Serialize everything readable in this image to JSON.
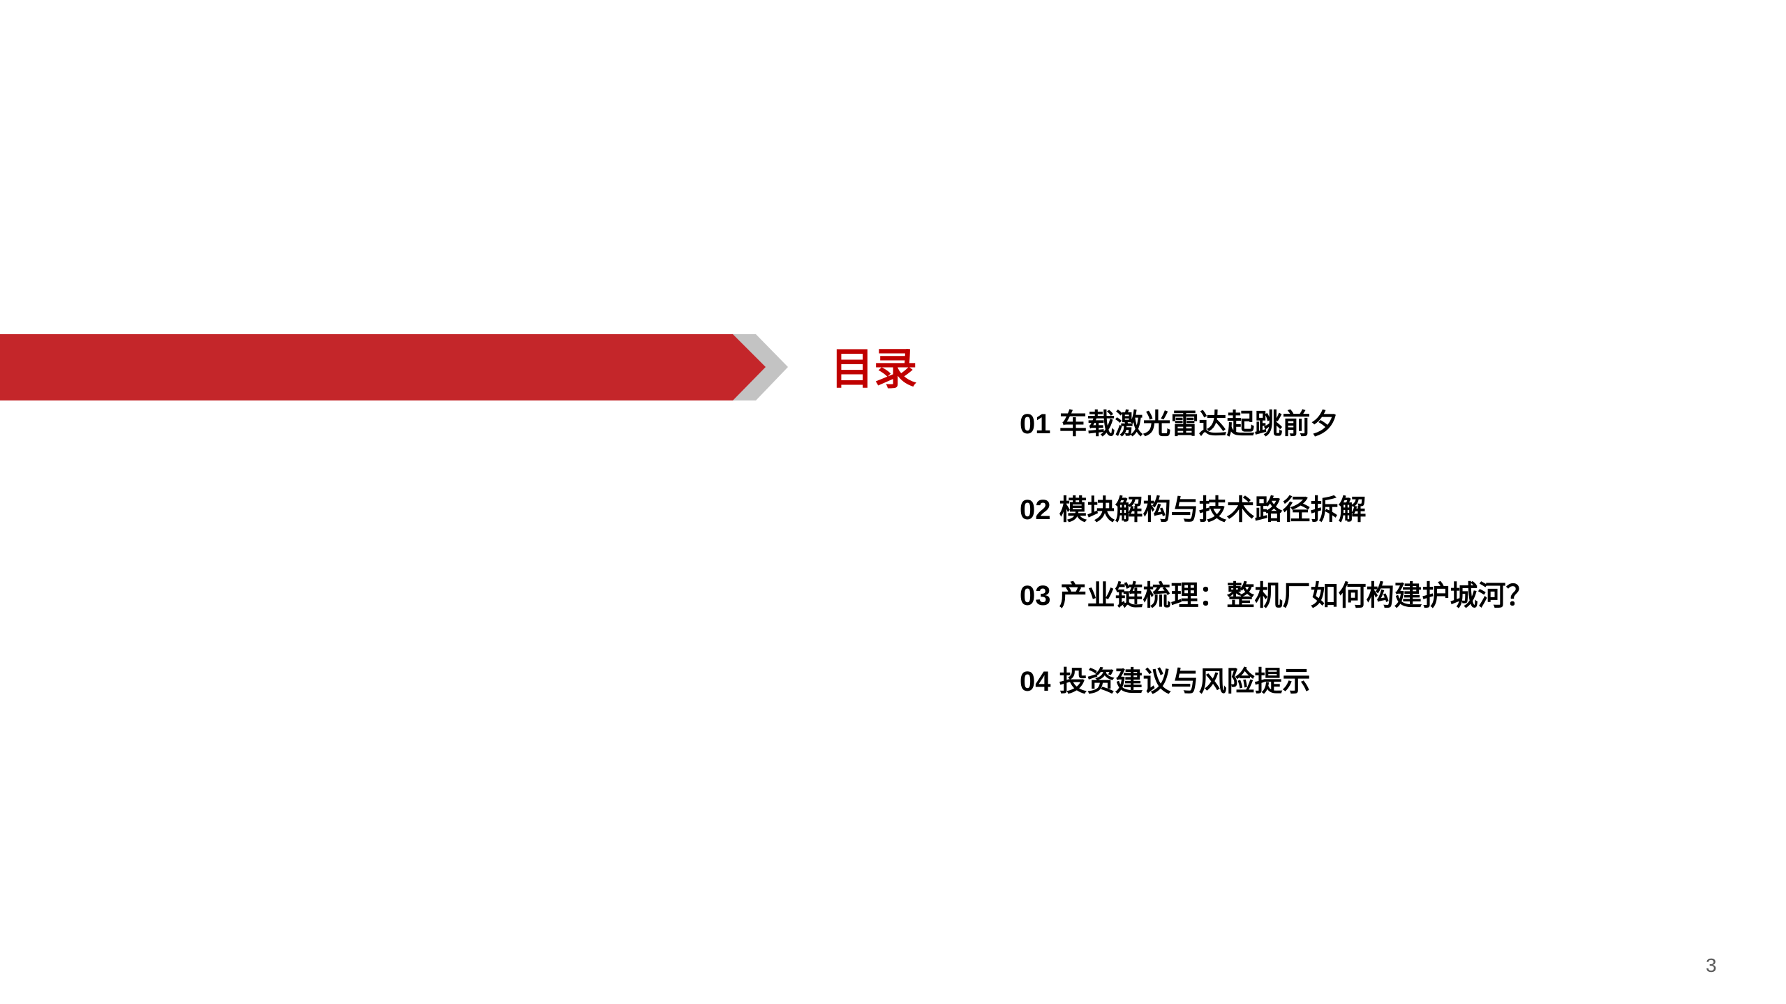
{
  "colors": {
    "banner_red": "#C4262A",
    "chevron_gray": "#C3C3C3",
    "title_red": "#C00000",
    "text": "#000000",
    "page_number": "#595959"
  },
  "title": "目录",
  "toc": [
    {
      "num": "01",
      "label": "车载激光雷达起跳前夕"
    },
    {
      "num": "02",
      "label": "模块解构与技术路径拆解"
    },
    {
      "num": "03",
      "label": "产业链梳理：整机厂如何构建护城河？"
    },
    {
      "num": "04",
      "label": "投资建议与风险提示"
    }
  ],
  "page_number": "3"
}
